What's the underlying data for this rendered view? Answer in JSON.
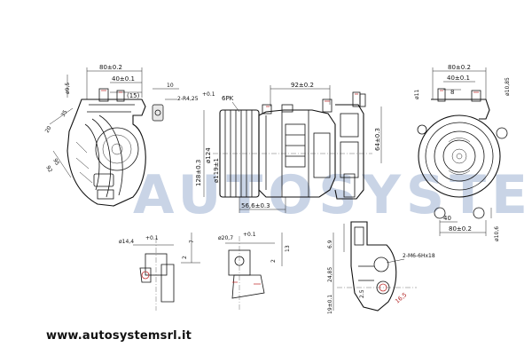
{
  "watermark": "AUTOSYSTEMS",
  "website": "www.autosystemsrl.it",
  "brand_color": "#c9d4e6",
  "dimensions": {
    "left_top_width": "80±0.2",
    "left_inner_width": "40±0.1",
    "left_bolt_spacing": "20",
    "left_hole": "ø9,5",
    "left_15": "(15)",
    "left_20": "20",
    "left_95": "95",
    "left_92": "92",
    "left_35": "35",
    "left_10": "10",
    "left_r": "2-R4,25",
    "left_r_tol": "+0.1",
    "belt": "6PK",
    "body_width": "92±0.2",
    "pulley_dia": "ø119±1",
    "pulley_124": "ø124",
    "body_128": "128±0.3",
    "body_64": "64±0.3",
    "body_566": "56,6±0.3",
    "right_top_width": "80±0.2",
    "right_inner_width": "40±0.1",
    "right_8": "8",
    "right_11": "ø11",
    "right_1085": "ø10,85",
    "right_bottom_width": "80±0.2",
    "right_bottom_inner": "40",
    "right_106": "ø10,6",
    "d1_dia": "ø14,4",
    "d1_tol": "+0.1",
    "d1_2": "2",
    "d1_7": "7",
    "d2_dia": "ø20,7",
    "d2_tol": "+0.1",
    "d2_2": "2",
    "d2_13": "13",
    "d3_69": "6.9",
    "d3_2485": "24,85",
    "d3_19": "19±0.1",
    "d3_thread": "2-M6-6Hx18",
    "d3_25": "2.5",
    "d3_165": "16,5"
  }
}
